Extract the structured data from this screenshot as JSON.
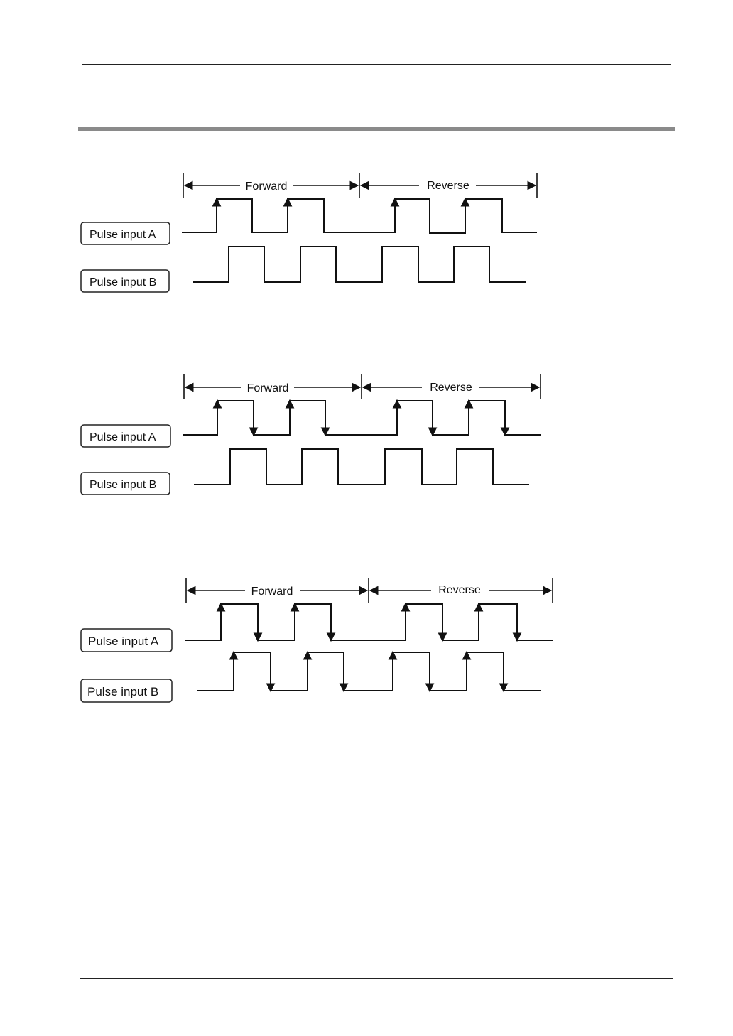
{
  "diagrams": [
    {
      "forward_label": "Forward",
      "reverse_label": "Reverse",
      "signal_a_label": "Pulse input A",
      "signal_b_label": "Pulse input B",
      "edge_arrows": "rising"
    },
    {
      "forward_label": "Forward",
      "reverse_label": "Reverse",
      "signal_a_label": "Pulse input A",
      "signal_b_label": "Pulse input B",
      "edge_arrows": "rising-and-falling-on-A"
    },
    {
      "forward_label": "Forward",
      "reverse_label": "Reverse",
      "signal_a_label": "Pulse input A",
      "signal_b_label": "Pulse input B",
      "edge_arrows": "rising-and-falling-on-A-and-B"
    }
  ]
}
